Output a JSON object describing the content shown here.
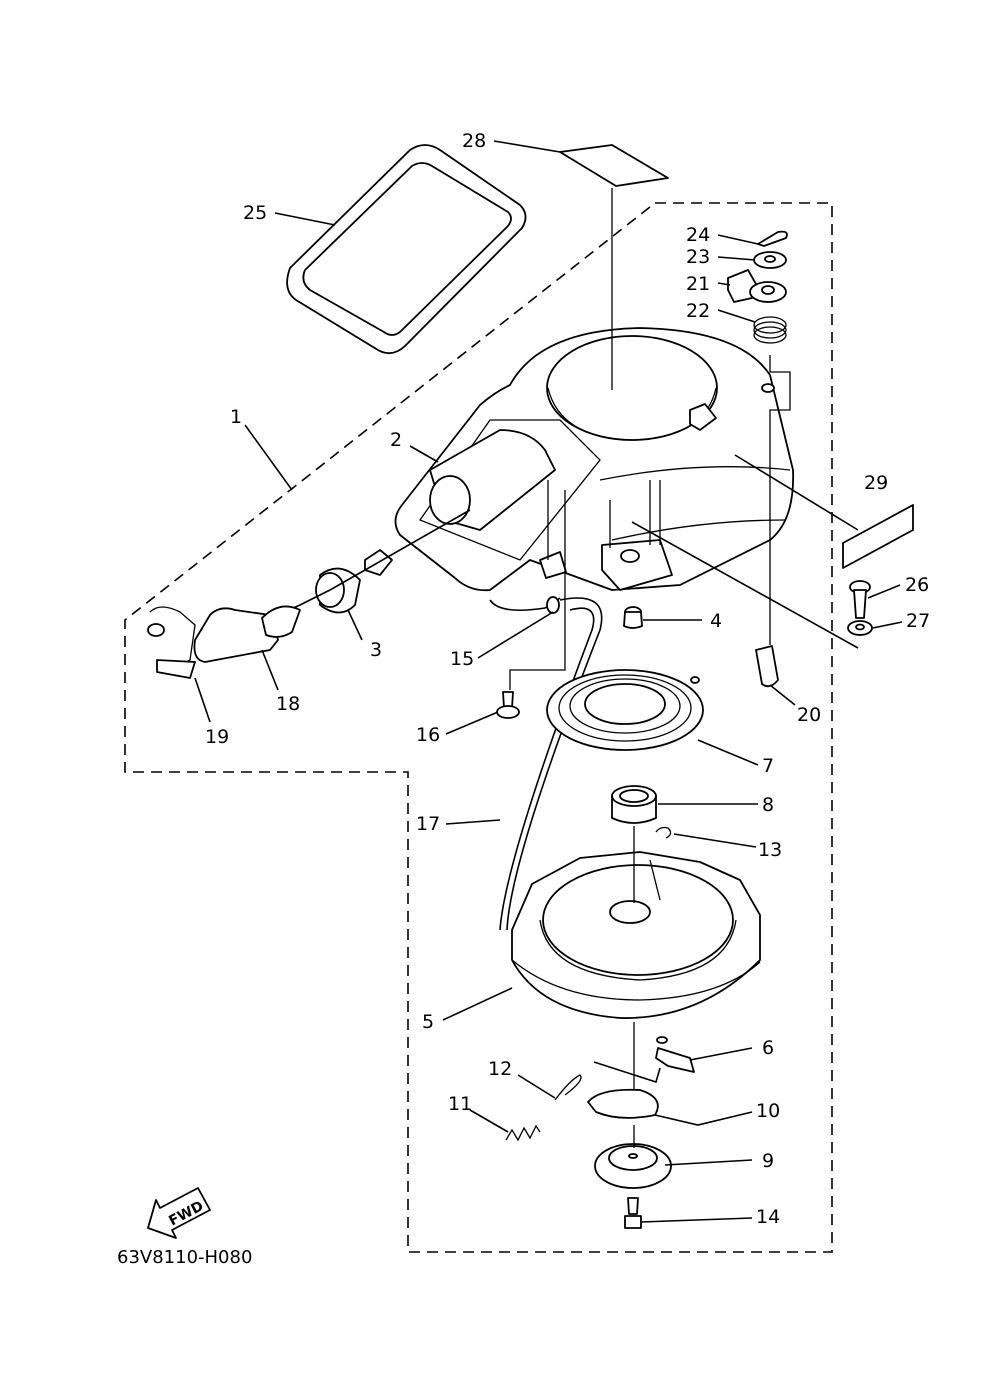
{
  "diagram": {
    "labels": [
      "1",
      "2",
      "3",
      "4",
      "5",
      "6",
      "7",
      "8",
      "9",
      "10",
      "11",
      "12",
      "13",
      "14",
      "15",
      "16",
      "17",
      "18",
      "19",
      "20",
      "21",
      "22",
      "23",
      "24",
      "25",
      "26",
      "27",
      "28",
      "29"
    ],
    "drawing_code": "63V8110-H080",
    "fwd_label": "FWD"
  }
}
